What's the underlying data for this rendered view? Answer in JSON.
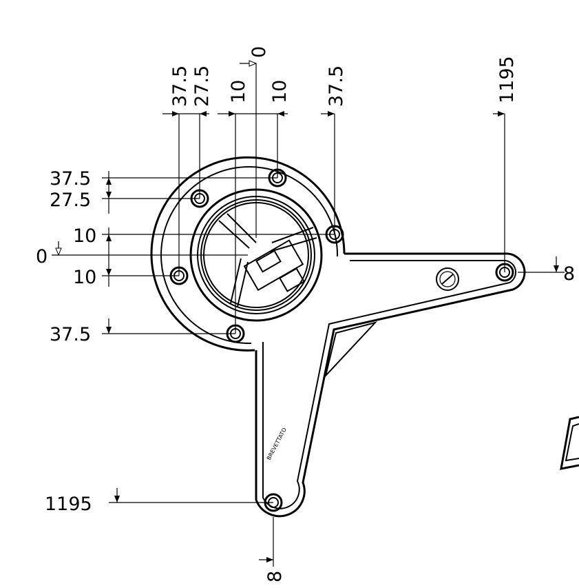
{
  "top_dims": {
    "d0": "0",
    "d1": "37.5",
    "d2": "27.5",
    "d3": "10",
    "d4": "10",
    "d5": "37.5",
    "d6": "1195"
  },
  "left_dims": {
    "d1": "37.5",
    "d2": "27.5",
    "d3": "10",
    "d0": "0",
    "d4": "10",
    "d5": "37.5",
    "d6": "1195"
  },
  "side_dims": {
    "right": "8",
    "bottom": "8"
  },
  "engraving": {
    "text": "BREVETTATO"
  }
}
